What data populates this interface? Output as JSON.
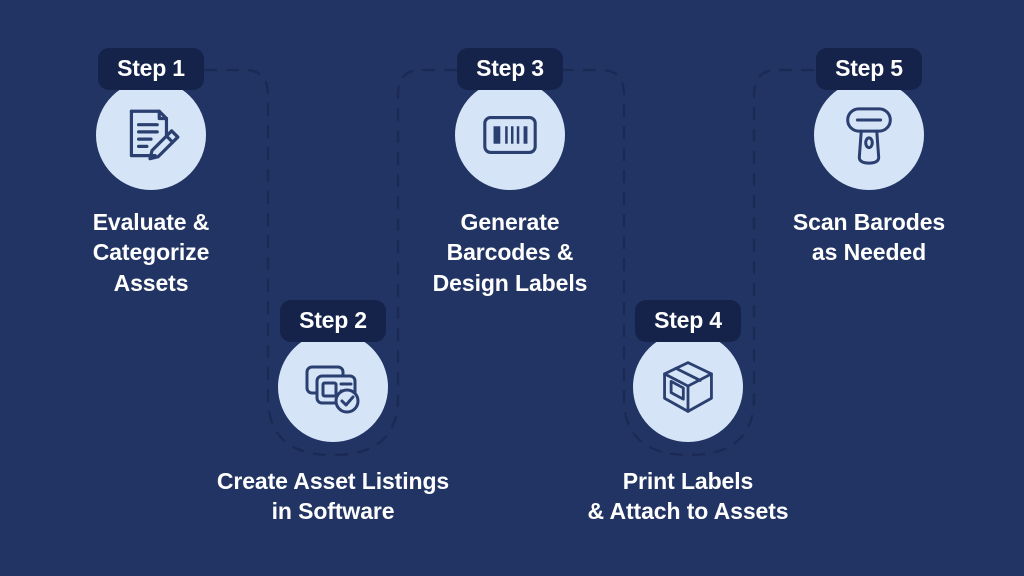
{
  "theme": {
    "background": "#223463",
    "badge_bg": "#15224a",
    "badge_text": "#ffffff",
    "circle_bg": "#d5e5f7",
    "icon_stroke": "#2b3f70",
    "caption_text": "#ffffff",
    "connector": "#1b2a55"
  },
  "steps": [
    {
      "id": "step-1",
      "badge": "Step 1",
      "caption": "Evaluate &\nCategorize\nAssets",
      "icon": "document-pencil-icon",
      "row": "top"
    },
    {
      "id": "step-2",
      "badge": "Step 2",
      "caption": "Create Asset Listings\nin Software",
      "icon": "asset-cards-check-icon",
      "row": "bottom"
    },
    {
      "id": "step-3",
      "badge": "Step 3",
      "caption": "Generate\nBarcodes &\nDesign Labels",
      "icon": "barcode-icon",
      "row": "top"
    },
    {
      "id": "step-4",
      "badge": "Step 4",
      "caption": "Print Labels\n& Attach to Assets",
      "icon": "package-box-icon",
      "row": "bottom"
    },
    {
      "id": "step-5",
      "badge": "Step 5",
      "caption": "Scan Barodes\nas Needed",
      "icon": "barcode-scanner-icon",
      "row": "top"
    }
  ],
  "connectors": [
    {
      "name": "connector-step1-to-step3",
      "from": "step-1",
      "to": "step-3",
      "via": "step-2",
      "style": "dashed"
    },
    {
      "name": "connector-step3-to-step5",
      "from": "step-3",
      "to": "step-5",
      "via": "step-4",
      "style": "dashed"
    }
  ]
}
